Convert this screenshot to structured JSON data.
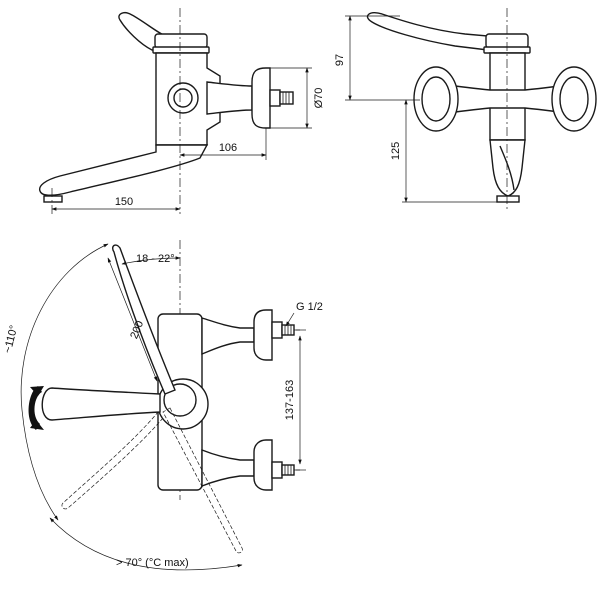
{
  "dimensions": {
    "height_97": "97",
    "height_125": "125",
    "diameter_70": "Ø70",
    "depth_106": "106",
    "length_150": "150",
    "lever_200": "200",
    "angle_18_22": "18 - 22°",
    "angle_110": "~110°",
    "angle_70": "> 70° (°C max)",
    "thread_g12": "G 1/2",
    "centres_137_163": "137-163"
  },
  "colors": {
    "line": "#1a1a1a",
    "background": "#ffffff"
  }
}
